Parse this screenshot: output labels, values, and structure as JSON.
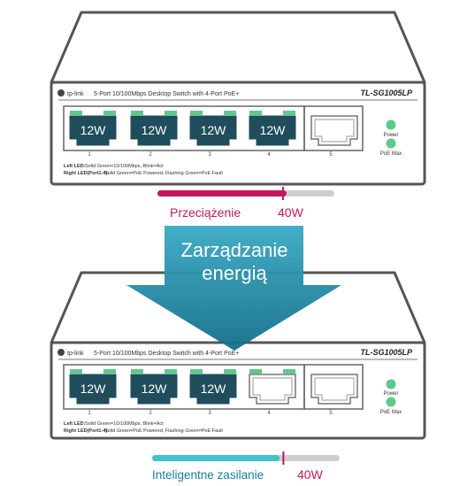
{
  "colors": {
    "outline": "#555555",
    "port_fill": "#1f4d5c",
    "led_green": "#5ec98a",
    "overload": "#c2185b",
    "smart": "#3ec5cc",
    "arrow_top": "#3aa9c4",
    "arrow_bottom": "#136e8a",
    "bar_track": "#cfcfcf"
  },
  "switch_top": {
    "brand": "tp-link",
    "description": "5-Port 10/100Mbps Desktop Switch with 4-Port PoE+",
    "model": "TL-SG1005LP",
    "ports": [
      {
        "number": "1",
        "load": "12W",
        "powered": true
      },
      {
        "number": "2",
        "load": "12W",
        "powered": true
      },
      {
        "number": "3",
        "load": "12W",
        "powered": true
      },
      {
        "number": "4",
        "load": "12W",
        "powered": true
      },
      {
        "number": "5",
        "load": "",
        "powered": false
      }
    ],
    "power_label": "Power",
    "poe_max_label": "PoE Max",
    "legend_left_title": "Left LED:",
    "legend_left_text": "Solid Green=10/100Mbps, Blink=Act",
    "legend_right_title": "Right LED(Port1-4):",
    "legend_right_text": "Solid Green=PoE Powered, Flashing Green=PoE Fault"
  },
  "switch_bottom": {
    "brand": "tp-link",
    "description": "5-Port 10/100Mbps Desktop Switch with 4-Port PoE+",
    "model": "TL-SG1005LP",
    "ports": [
      {
        "number": "1",
        "load": "12W",
        "powered": true
      },
      {
        "number": "2",
        "load": "12W",
        "powered": true
      },
      {
        "number": "3",
        "load": "12W",
        "powered": true
      },
      {
        "number": "4",
        "load": "",
        "powered": false
      },
      {
        "number": "5",
        "load": "",
        "powered": false
      }
    ],
    "power_label": "Power",
    "poe_max_label": "PoE Max",
    "legend_left_title": "Left LED:",
    "legend_left_text": "Solid Green=10/100Mbps, Blink=Act",
    "legend_right_title": "Right LED(Port1-4):",
    "legend_right_text": "Solid Green=PoE Powered, Flashing Green=PoE Fault"
  },
  "overload_bar": {
    "label": "Przeciążenie",
    "limit_label": "40W",
    "fill_fraction": 0.73,
    "marker_fraction": 0.71
  },
  "arrow": {
    "line1": "Zarządzanie",
    "line2": "energią"
  },
  "smart_bar": {
    "label": "Inteligentne zasilanie",
    "limit_label": "40W",
    "fill_fraction": 0.68,
    "marker_fraction": 0.7
  }
}
